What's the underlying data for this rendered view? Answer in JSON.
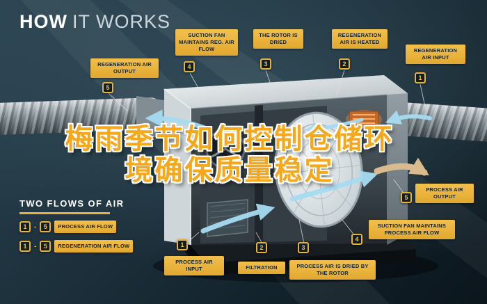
{
  "title": {
    "bold": "HOW",
    "light": "IT WORKS"
  },
  "overlay": {
    "line1": "梅雨季节如何控制仓储环",
    "line2": "境确保质量稳定"
  },
  "callouts": [
    {
      "num": "5",
      "label": "REGENERATION AIR OUTPUT"
    },
    {
      "num": "4",
      "label": "SUCTION FAN MAINTAINS REG. AIR FLOW"
    },
    {
      "num": "3",
      "label": "THE ROTOR IS DRIED"
    },
    {
      "num": "2",
      "label": "REGENERATION AIR IS HEATED"
    },
    {
      "num": "1",
      "label": "REGENERATION AIR INPUT"
    },
    {
      "num": "5",
      "label": "PROCESS AIR OUTPUT"
    },
    {
      "num": "4",
      "label": "SUCTION FAN MAINTAINS PROCESS AIR FLOW"
    },
    {
      "num": "3",
      "label": "PROCESS AIR IS DRIED BY THE ROTOR"
    },
    {
      "num": "2",
      "label": "FILTRATION"
    },
    {
      "num": "1",
      "label": "PROCESS AIR INPUT"
    }
  ],
  "legend": {
    "heading": "TWO FLOWS OF AIR",
    "separator": "-",
    "rows": [
      {
        "from": "1",
        "to": "5",
        "label": "PROCESS AIR FLOW"
      },
      {
        "from": "1",
        "to": "5",
        "label": "REGENERATION AIR FLOW"
      }
    ]
  },
  "colors": {
    "accent_gold": "#e9b33b",
    "background": "#16262f",
    "flow_arrow_blue": "#a6dcf2",
    "output_arrow_tan": "#dabb8e"
  }
}
